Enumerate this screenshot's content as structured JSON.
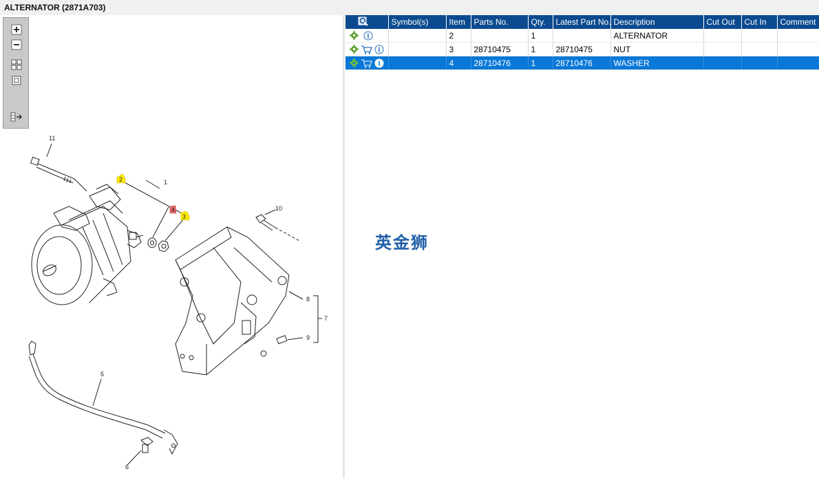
{
  "window": {
    "title": "ALTERNATOR (2871A703)"
  },
  "toolbar": {
    "buttons": [
      {
        "name": "zoom-in-icon"
      },
      {
        "name": "zoom-out-icon"
      },
      {
        "name": "fit-all-icon"
      },
      {
        "name": "actual-size-icon"
      },
      {
        "name": "export-icon"
      }
    ]
  },
  "diagram": {
    "callouts": [
      "1",
      "2",
      "3",
      "4",
      "5",
      "6",
      "7",
      "8",
      "9",
      "10",
      "11"
    ],
    "highlighted": {
      "2": "#ffee00",
      "3": "#ffee00",
      "4": "#e86b6b"
    }
  },
  "table": {
    "columns": [
      "",
      "Symbol(s)",
      "Item",
      "Parts No.",
      "Qty.",
      "Latest Part No.",
      "Description",
      "Cut Out",
      "Cut In",
      "Comment"
    ],
    "rows": [
      {
        "icons": [
          "gear-icon",
          "info-icon"
        ],
        "symbols": "",
        "item": "2",
        "part_no": "",
        "qty": "1",
        "latest_part_no": "",
        "description": "ALTERNATOR",
        "cut_out": "",
        "cut_in": "",
        "comment": ""
      },
      {
        "icons": [
          "gear-icon",
          "cart-icon",
          "info-icon"
        ],
        "symbols": "",
        "item": "3",
        "part_no": "28710475",
        "qty": "1",
        "latest_part_no": "28710475",
        "description": "NUT",
        "cut_out": "",
        "cut_in": "",
        "comment": ""
      },
      {
        "icons": [
          "gear-icon",
          "cart-icon",
          "info-icon"
        ],
        "symbols": "",
        "item": "4",
        "part_no": "28710476",
        "qty": "1",
        "latest_part_no": "28710476",
        "description": "WASHER",
        "cut_out": "",
        "cut_in": "",
        "comment": "",
        "selected": true
      }
    ]
  },
  "watermark": "英金狮",
  "colors": {
    "header": "#0b4a8f",
    "selected_row": "#0a78d7",
    "callout_yellow": "#ffee00",
    "callout_red": "#e86b6b"
  }
}
